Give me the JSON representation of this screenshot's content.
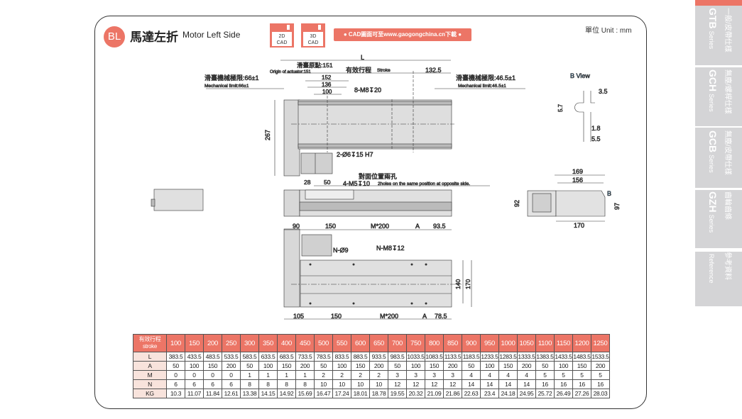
{
  "header": {
    "badge": "BL",
    "title_cn": "馬達左折",
    "title_en": "Motor Left Side",
    "cad2d": [
      "2D",
      "CAD"
    ],
    "cad3d": [
      "3D",
      "CAD"
    ],
    "cad_note": "● CAD圖面可至www.gaogongchina.cn下載 ●",
    "unit": "單位 Unit : mm"
  },
  "drawing": {
    "L": "L",
    "origin_cn": "滑臺原點:151",
    "origin_en": "Origin of actuator:151",
    "stroke_cn": "有效行程",
    "stroke_en": "Stroke",
    "d132": "132.5",
    "mech_left_cn": "滑臺機械極限:66±1",
    "mech_left_en": "Mechanical limit:66±1",
    "mech_right_cn": "滑臺機械極限:46.5±1",
    "mech_right_en": "Mechanical limit:46.5±1",
    "d152": "152",
    "d136": "136",
    "d100": "100",
    "m8": "8-M8↧20",
    "d267": "267",
    "dowel": "2-Ø6↧15 H7",
    "opp_cn": "對面位置兩孔",
    "opp_en": "2holes on the same position at opposite side.",
    "d28": "28",
    "d50": "50",
    "m5": "4-M5↧10",
    "bview": "B  View",
    "d35": "3.5",
    "d57": "5.7",
    "d18": "1.8",
    "d55": "5.5",
    "d169": "169",
    "d156": "156",
    "d92": "92",
    "d97": "97",
    "d170b": "170",
    "B": "B",
    "d90": "90",
    "d150a": "150",
    "m200a": "M*200",
    "Aa": "A",
    "d935": "93.5",
    "n9": "N-Ø9",
    "nm8": "N-M8↧12",
    "d140": "140",
    "d170": "170",
    "d105": "105",
    "d150b": "150",
    "m200b": "M*200",
    "Ab": "A",
    "d785": "78.5"
  },
  "table": {
    "header_label": [
      "有效行程",
      "stroke"
    ],
    "strokes": [
      "100",
      "150",
      "200",
      "250",
      "300",
      "350",
      "400",
      "450",
      "500",
      "550",
      "600",
      "650",
      "700",
      "750",
      "800",
      "850",
      "900",
      "950",
      "1000",
      "1050",
      "1100",
      "1150",
      "1200",
      "1250"
    ],
    "rows": [
      {
        "label": "L",
        "values": [
          "383.5",
          "433.5",
          "483.5",
          "533.5",
          "583.5",
          "633.5",
          "683.5",
          "733.5",
          "783.5",
          "833.5",
          "883.5",
          "933.5",
          "983.5",
          "1033.5",
          "1083.5",
          "1133.5",
          "1183.5",
          "1233.5",
          "1283.5",
          "1333.5",
          "1383.5",
          "1433.5",
          "1483.5",
          "1533.5"
        ]
      },
      {
        "label": "A",
        "values": [
          "50",
          "100",
          "150",
          "200",
          "50",
          "100",
          "150",
          "200",
          "50",
          "100",
          "150",
          "200",
          "50",
          "100",
          "150",
          "200",
          "50",
          "100",
          "150",
          "200",
          "50",
          "100",
          "150",
          "200"
        ]
      },
      {
        "label": "M",
        "values": [
          "0",
          "0",
          "0",
          "0",
          "1",
          "1",
          "1",
          "1",
          "2",
          "2",
          "2",
          "2",
          "3",
          "3",
          "3",
          "3",
          "4",
          "4",
          "4",
          "4",
          "5",
          "5",
          "5",
          "5"
        ]
      },
      {
        "label": "N",
        "values": [
          "6",
          "6",
          "6",
          "6",
          "8",
          "8",
          "8",
          "8",
          "10",
          "10",
          "10",
          "10",
          "12",
          "12",
          "12",
          "12",
          "14",
          "14",
          "14",
          "14",
          "16",
          "16",
          "16",
          "16"
        ]
      },
      {
        "label": "KG",
        "values": [
          "10.3",
          "11.07",
          "11.84",
          "12.61",
          "13.38",
          "14.15",
          "14.92",
          "15.69",
          "16.47",
          "17.24",
          "18.01",
          "18.78",
          "19.55",
          "20.32",
          "21.09",
          "21.86",
          "22.63",
          "23.4",
          "24.18",
          "24.95",
          "25.72",
          "26.49",
          "27.26",
          "28.03"
        ]
      }
    ]
  },
  "sidebar": {
    "tabs": [
      {
        "code": "GTB",
        "series": "Series",
        "cn": "一般/皮帶仕樣"
      },
      {
        "code": "GCH",
        "series": "Series",
        "cn": "無塵/螺桿仕樣"
      },
      {
        "code": "GCB",
        "series": "Series",
        "cn": "無塵/皮帶仕樣"
      },
      {
        "code": "GZH",
        "series": "Series",
        "cn": "齒輪齒條"
      },
      {
        "code": "",
        "series": "Reference",
        "cn": "參考資料"
      }
    ]
  }
}
